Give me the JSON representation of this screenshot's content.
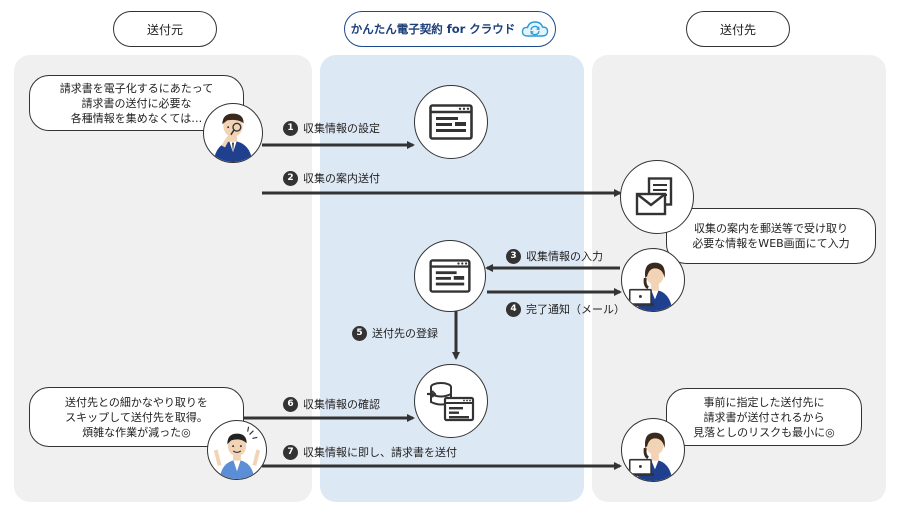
{
  "header": {
    "left_label": "送付元",
    "center_label": "かんたん電子契約 for クラウド",
    "right_label": "送付先"
  },
  "bubbles": {
    "sender_top": [
      "請求書を電子化するにあたって",
      "請求書の送付に必要な",
      "各種情報を集めなくては…"
    ],
    "recipient_mid": [
      "収集の案内を郵送等で受け取り",
      "必要な情報をWEB画面にて入力"
    ],
    "sender_bottom": [
      "送付先との細かなやり取りを",
      "スキップして送付先を取得。",
      "煩雑な作業が減った◎"
    ],
    "recipient_bottom": [
      "事前に指定した送付先に",
      "請求書が送付されるから",
      "見落としのリスクも最小に◎"
    ]
  },
  "steps": [
    {
      "num": "1",
      "label": "収集情報の設定"
    },
    {
      "num": "2",
      "label": "収集の案内送付"
    },
    {
      "num": "3",
      "label": "収集情報の入力"
    },
    {
      "num": "4",
      "label": "完了通知（メール）"
    },
    {
      "num": "5",
      "label": "送付先の登録"
    },
    {
      "num": "6",
      "label": "収集情報の確認"
    },
    {
      "num": "7",
      "label": "収集情報に即し、請求書を送付"
    }
  ],
  "colors": {
    "lane_side": "#f0f0f0",
    "lane_center": "#dde8f5",
    "brand": "#1d4a8c",
    "arrow": "#333333",
    "suit": "#1f3f8f"
  },
  "icons": {
    "browser": "browser-window-icon",
    "mail": "envelope-document-icon",
    "database": "database-browser-icon",
    "cloud": "cloud-sync-icon"
  }
}
